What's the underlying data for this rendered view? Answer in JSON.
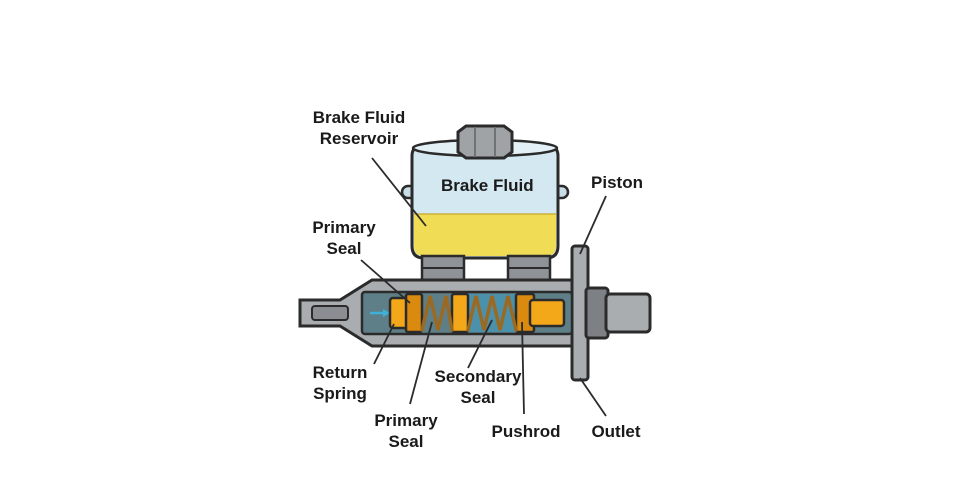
{
  "labels": {
    "reservoir_line1": "Brake Fluid",
    "reservoir_line2": "Reservoir",
    "fluid": "Brake Fluid",
    "piston": "Piston",
    "primary_seal_top_line1": "Primary",
    "primary_seal_top_line2": "Seal",
    "return_spring_line1": "Return",
    "return_spring_line2": "Spring",
    "primary_seal_bottom_line1": "Primary",
    "primary_seal_bottom_line2": "Seal",
    "secondary_seal_line1": "Secondary",
    "secondary_seal_line2": "Seal",
    "pushrod": "Pushrod",
    "outlet": "Outlet"
  },
  "colors": {
    "outline": "#2b2b2b",
    "body_gray": "#a9adb0",
    "body_dark": "#7d8185",
    "bore": "#5f7f88",
    "fluid_yellow": "#f1dc55",
    "reservoir_blue": "#d4e8f2",
    "piston_orange": "#f3a81a",
    "spring_brown": "#9a6a22",
    "fluid_arrow": "#3fb0d8"
  }
}
